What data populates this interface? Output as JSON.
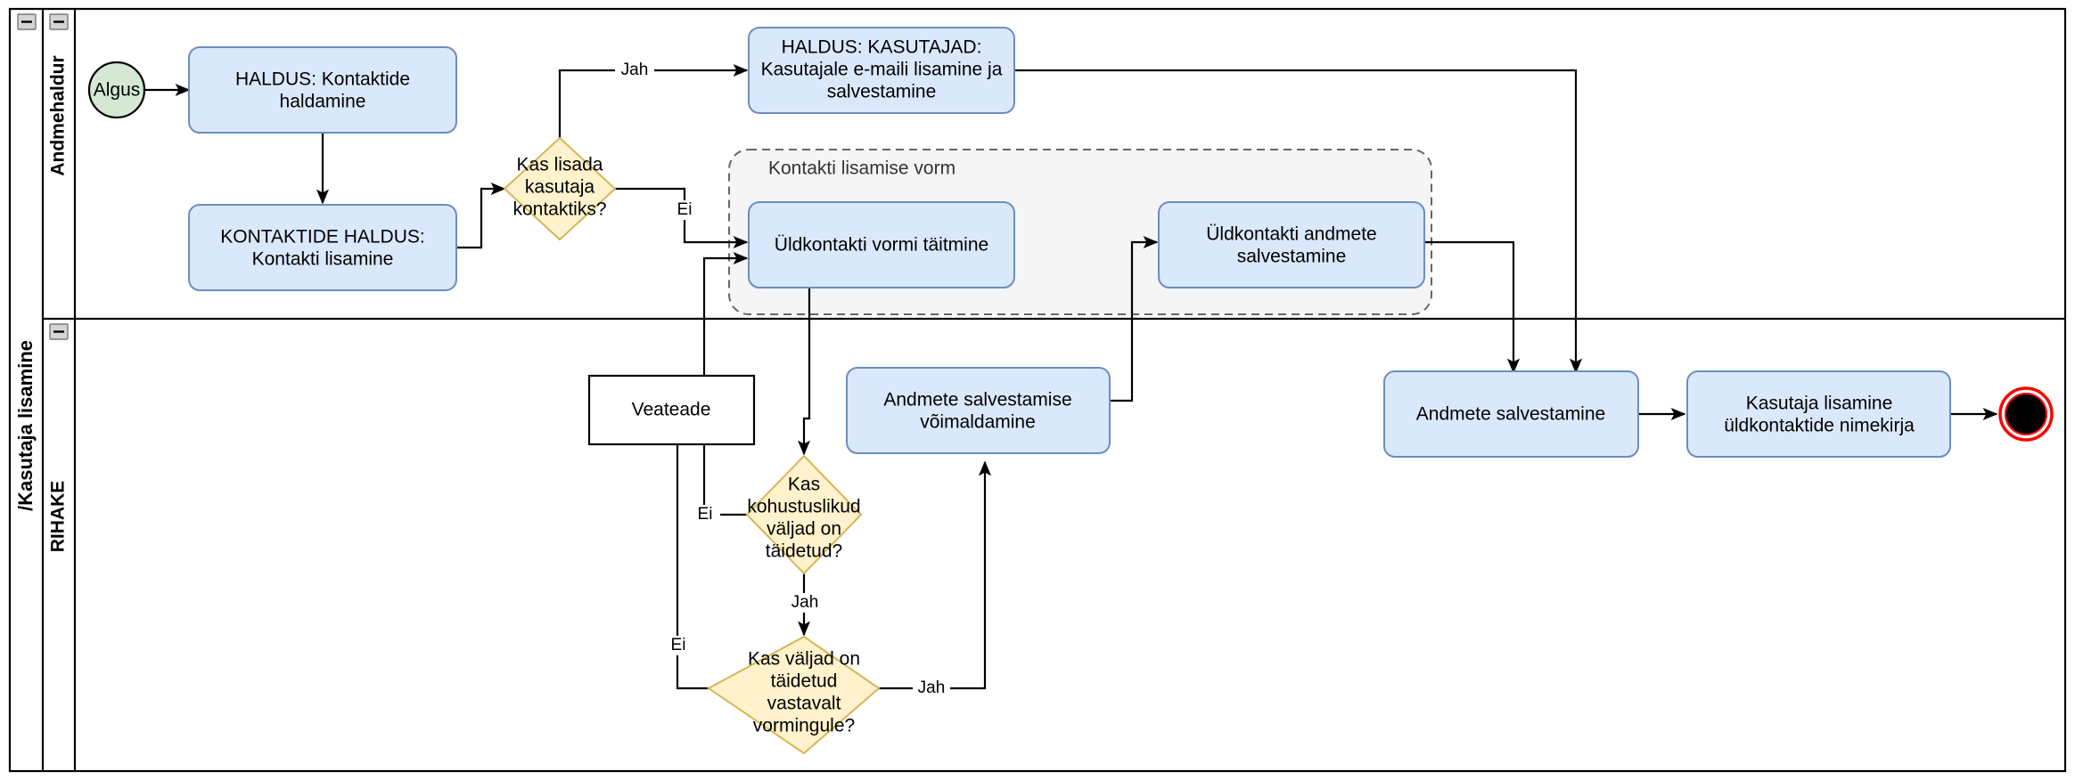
{
  "diagram": {
    "type": "bpmn-swimlane-flowchart",
    "language": "et",
    "pool": {
      "label": "/Kasutaja lisamine"
    },
    "lanes": [
      {
        "id": "lane-andmehaldur",
        "label": "Andmehaldur"
      },
      {
        "id": "lane-rihake",
        "label": "RIHAKE"
      }
    ],
    "groups": [
      {
        "id": "group-form",
        "label": "Kontakti lisamise vorm"
      }
    ],
    "nodes": [
      {
        "id": "start",
        "label": "Algus",
        "shape": "start-event",
        "lane": "lane-andmehaldur"
      },
      {
        "id": "task-haldus-kontaktide",
        "label": "HALDUS: Kontaktide haldamine",
        "shape": "task",
        "lane": "lane-andmehaldur"
      },
      {
        "id": "task-kontaktide-haldus",
        "label": "KONTAKTIDE HALDUS: Kontakti lisamine",
        "shape": "task",
        "lane": "lane-andmehaldur"
      },
      {
        "id": "gw-lisada-kasutaja",
        "label": "Kas lisada kasutaja kontaktiks?",
        "shape": "gateway",
        "lane": "lane-andmehaldur"
      },
      {
        "id": "task-haldus-kasutajad",
        "label": "HALDUS: KASUTAJAD: Kasutajale e-maili lisamine ja salvestamine",
        "shape": "task",
        "lane": "lane-andmehaldur"
      },
      {
        "id": "task-yldkontakti-vorm",
        "label": "Üldkontakti vormi täitmine",
        "shape": "task",
        "lane": "lane-andmehaldur"
      },
      {
        "id": "task-yldkontakti-andmed",
        "label": "Üldkontakti andmete salvestamine",
        "shape": "task",
        "lane": "lane-andmehaldur"
      },
      {
        "id": "obj-veateade",
        "label": "Veateade",
        "shape": "data-object",
        "lane": "lane-rihake"
      },
      {
        "id": "task-salvestamise-voimaldamine",
        "label": "Andmete salvestamise võimaldamine",
        "shape": "task",
        "lane": "lane-rihake"
      },
      {
        "id": "gw-kohustuslikud",
        "label": "Kas kohustuslikud väljad on täidetud?",
        "shape": "gateway",
        "lane": "lane-rihake"
      },
      {
        "id": "gw-vormingule",
        "label": "Kas väljad on täidetud vastavalt vormingule?",
        "shape": "gateway",
        "lane": "lane-rihake"
      },
      {
        "id": "task-andmete-salvestamine",
        "label": "Andmete salvestamine",
        "shape": "task",
        "lane": "lane-rihake"
      },
      {
        "id": "task-kasutaja-lisamine",
        "label": "Kasutaja lisamine üldkontaktide nimekirja",
        "shape": "task",
        "lane": "lane-rihake"
      },
      {
        "id": "end",
        "label": "",
        "shape": "end-event",
        "lane": "lane-rihake"
      }
    ],
    "node_text_lines": {
      "start": [
        "Algus"
      ],
      "task-haldus-kontaktide": [
        "HALDUS: Kontaktide",
        "haldamine"
      ],
      "task-kontaktide-haldus": [
        "KONTAKTIDE HALDUS:",
        "Kontakti lisamine"
      ],
      "gw-lisada-kasutaja": [
        "Kas lisada",
        "kasutaja",
        "kontaktiks?"
      ],
      "task-haldus-kasutajad": [
        "HALDUS: KASUTAJAD:",
        "Kasutajale e-maili lisamine ja",
        "salvestamine"
      ],
      "task-yldkontakti-vorm": [
        "Üldkontakti vormi täitmine"
      ],
      "task-yldkontakti-andmed": [
        "Üldkontakti andmete",
        "salvestamine"
      ],
      "obj-veateade": [
        "Veateade"
      ],
      "task-salvestamise-voimaldamine": [
        "Andmete salvestamise",
        "võimaldamine"
      ],
      "gw-kohustuslikud": [
        "Kas",
        "kohustuslikud",
        "väljad on",
        "täidetud?"
      ],
      "gw-vormingule": [
        "Kas väljad on",
        "täidetud",
        "vastavalt",
        "vormingule?"
      ],
      "task-andmete-salvestamine": [
        "Andmete salvestamine"
      ],
      "task-kasutaja-lisamine": [
        "Kasutaja lisamine",
        "üldkontaktide nimekirja"
      ]
    },
    "edge_labels": {
      "jah_kasutaja": "Jah",
      "ei_kasutaja": "Ei",
      "ei_kohustuslikud": "Ei",
      "jah_kohustuslikud": "Jah",
      "ei_vormingule": "Ei",
      "jah_vormingule": "Jah"
    },
    "colors": {
      "task_fill": "#dae8fc",
      "task_stroke": "#6c8ebf",
      "gateway_fill": "#fff2cc",
      "gateway_stroke": "#d6b656",
      "start_fill": "#d5e8d4",
      "start_stroke": "#000000",
      "end_ring": "#ff0000",
      "end_fill": "#000000",
      "group_fill": "#f5f5f5",
      "group_stroke": "#666666",
      "line": "#000000",
      "canvas": "#ffffff"
    },
    "controls": {
      "pool_collapse": "collapse-minus",
      "lane_collapse": "collapse-minus"
    }
  }
}
